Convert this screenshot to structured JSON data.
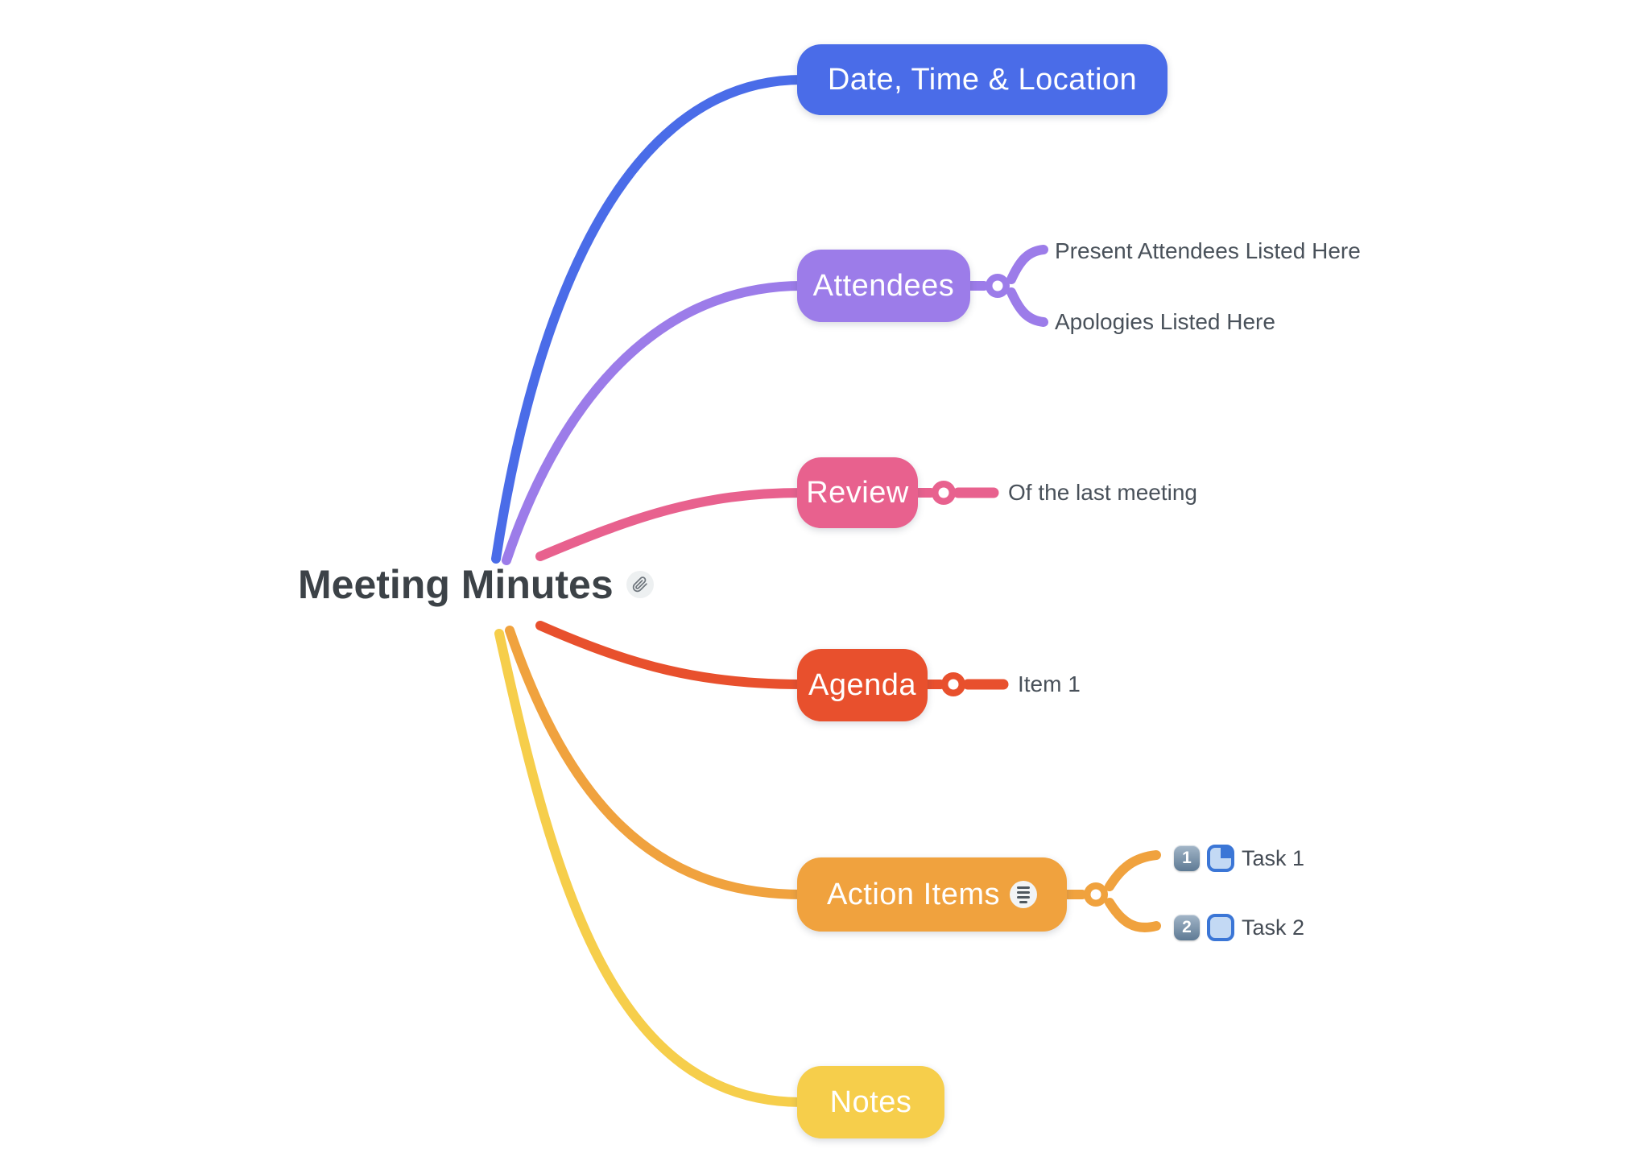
{
  "canvas": {
    "background_color": "#FFFFFF"
  },
  "root_topic": {
    "label": "Meeting Minutes",
    "text_color": "#3C4247",
    "attachment_icon": "paperclip-icon"
  },
  "branches": [
    {
      "key": "date-time-location",
      "label": "Date, Time & Location",
      "color": "#4A6CE8",
      "text_color": "#FFFFFF",
      "children": []
    },
    {
      "key": "attendees",
      "label": "Attendees",
      "color": "#9C7CE9",
      "text_color": "#FFFFFF",
      "children": [
        {
          "label": "Present Attendees Listed Here"
        },
        {
          "label": "Apologies Listed Here"
        }
      ]
    },
    {
      "key": "review",
      "label": "Review",
      "color": "#E8618E",
      "text_color": "#FFFFFF",
      "children": [
        {
          "label": "Of the last meeting"
        }
      ]
    },
    {
      "key": "agenda",
      "label": "Agenda",
      "color": "#E8502D",
      "text_color": "#FFFFFF",
      "children": [
        {
          "label": "Item 1"
        }
      ]
    },
    {
      "key": "action-items",
      "label": "Action Items",
      "color": "#F0A23E",
      "text_color": "#FFFFFF",
      "note_icon": "note-lines-icon",
      "children": [
        {
          "label": "Task 1",
          "priority_badge": "1",
          "progress_icon": "task-progress-partial"
        },
        {
          "label": "Task 2",
          "priority_badge": "2",
          "progress_icon": "task-progress-empty"
        }
      ]
    },
    {
      "key": "notes",
      "label": "Notes",
      "color": "#F6CE4B",
      "text_color": "#FFFFFF",
      "children": []
    }
  ],
  "child_text_color": "#49515A",
  "task_icons": {
    "badge_gradient_top": "#A3B6C8",
    "badge_gradient_bottom": "#5E7A94",
    "progress_border": "#3B76D6",
    "progress_fill": "#C3D9F4"
  }
}
